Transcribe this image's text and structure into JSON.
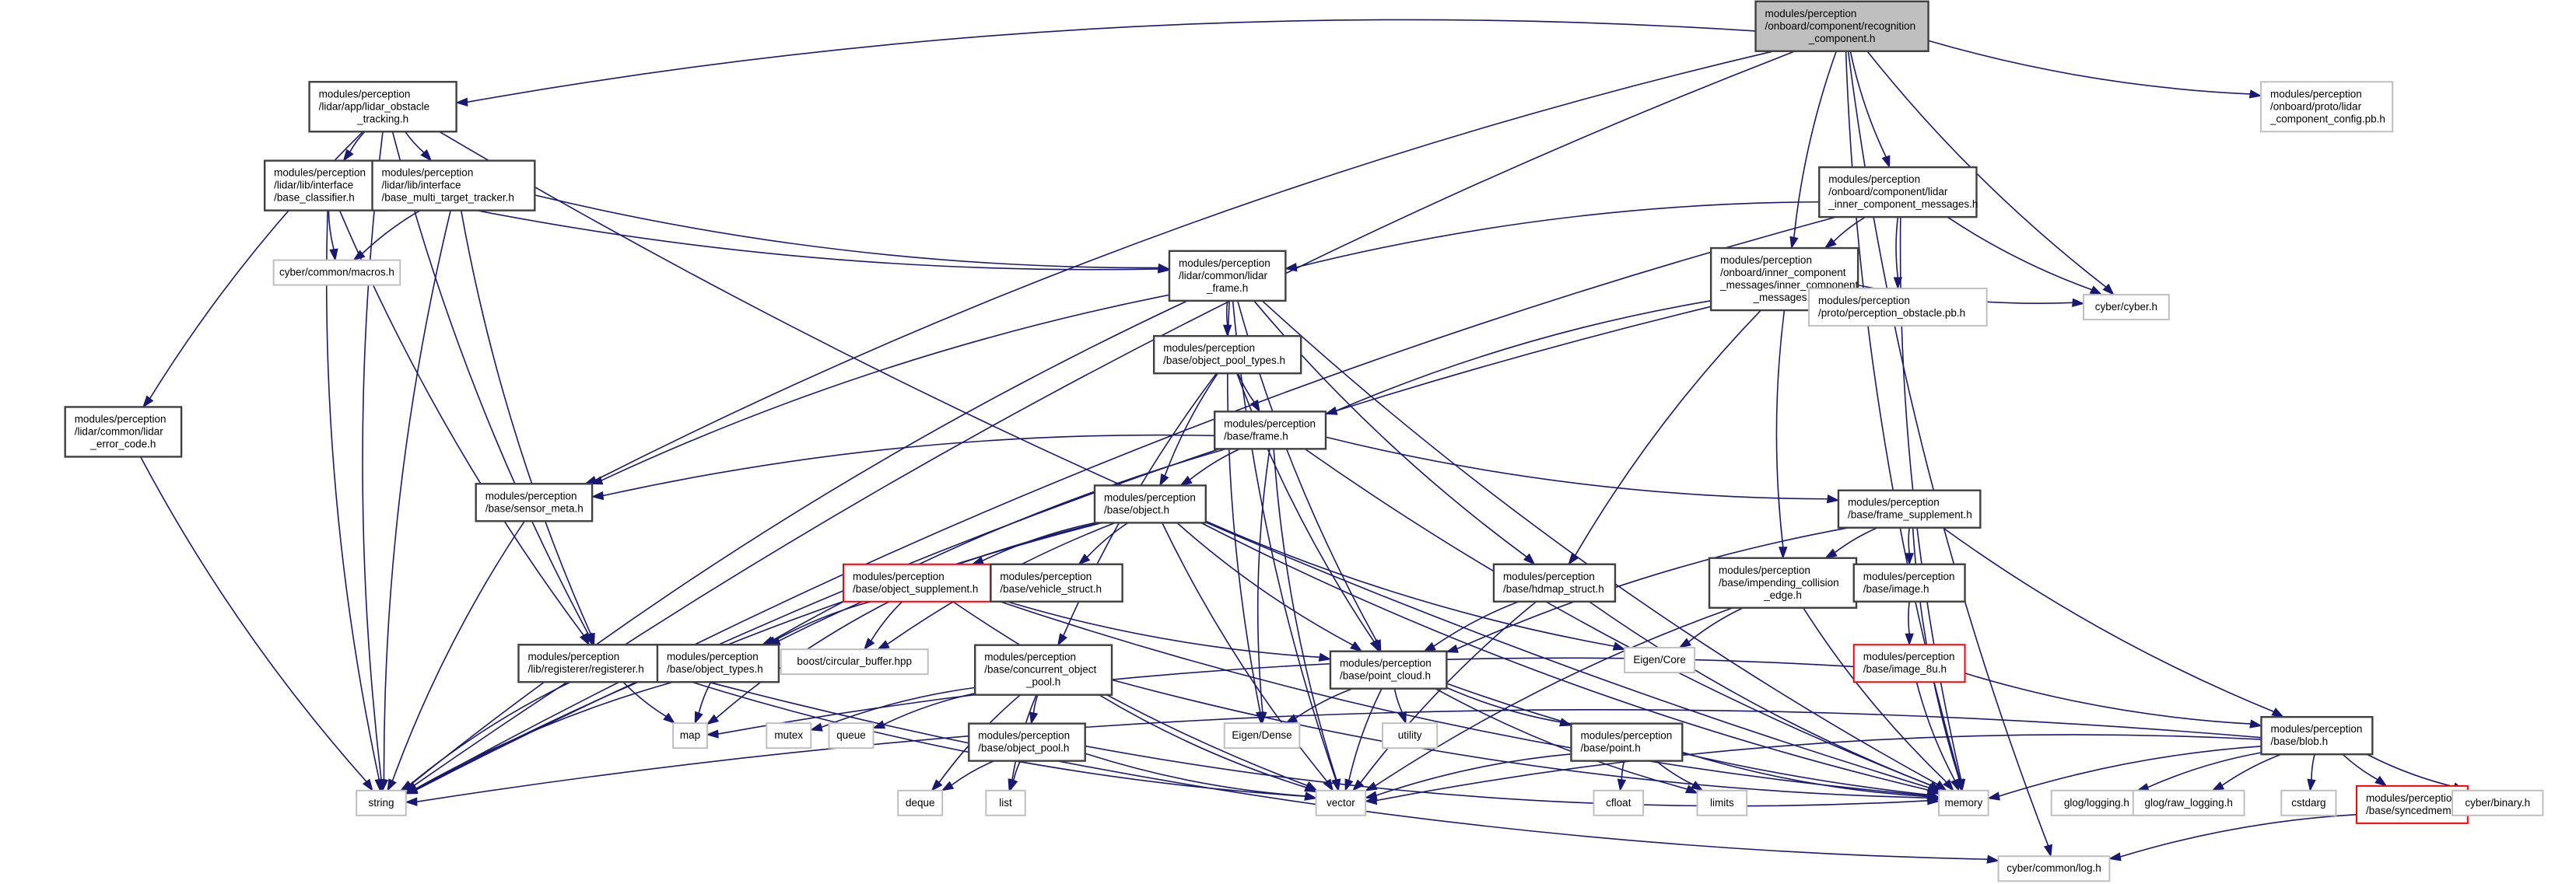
{
  "title": "Include dependency graph for recognition_component.h",
  "colors": {
    "edge": "#191970",
    "root_fill": "#bfbfbf",
    "node_border": "#404040",
    "external_border": "#bfbfbf",
    "truncated_border": "#ff0000"
  },
  "nodes": [
    {
      "id": "root",
      "kind": "root",
      "lines": [
        "modules/perception",
        "/onboard/component/recognition",
        "_component.h"
      ]
    },
    {
      "id": "lot",
      "kind": "normal",
      "lines": [
        "modules/perception",
        "/lidar/app/lidar_obstacle",
        "_tracking.h"
      ]
    },
    {
      "id": "lcc",
      "kind": "external",
      "lines": [
        "modules/perception",
        "/onboard/proto/lidar",
        "_component_config.pb.h"
      ]
    },
    {
      "id": "bcl",
      "kind": "normal",
      "lines": [
        "modules/perception",
        "/lidar/lib/interface",
        "/base_classifier.h"
      ]
    },
    {
      "id": "bmt",
      "kind": "normal",
      "lines": [
        "modules/perception",
        "/lidar/lib/interface",
        "/base_multi_target_tracker.h"
      ]
    },
    {
      "id": "licm",
      "kind": "normal",
      "lines": [
        "modules/perception",
        "/onboard/component/lidar",
        "_inner_component_messages.h"
      ]
    },
    {
      "id": "mac",
      "kind": "external",
      "lines": [
        "cyber/common/macros.h"
      ]
    },
    {
      "id": "lf",
      "kind": "normal",
      "lines": [
        "modules/perception",
        "/lidar/common/lidar",
        "_frame.h"
      ]
    },
    {
      "id": "icm",
      "kind": "normal",
      "lines": [
        "modules/perception",
        "/onboard/inner_component",
        "_messages/inner_component",
        "_messages.h"
      ]
    },
    {
      "id": "cyb",
      "kind": "external",
      "lines": [
        "cyber/cyber.h"
      ]
    },
    {
      "id": "pob",
      "kind": "external",
      "lines": [
        "modules/perception",
        "/proto/perception_obstacle.pb.h"
      ]
    },
    {
      "id": "opt",
      "kind": "normal",
      "lines": [
        "modules/perception",
        "/base/object_pool_types.h"
      ]
    },
    {
      "id": "lec",
      "kind": "normal",
      "lines": [
        "modules/perception",
        "/lidar/common/lidar",
        "_error_code.h"
      ]
    },
    {
      "id": "frm",
      "kind": "normal",
      "lines": [
        "modules/perception",
        "/base/frame.h"
      ]
    },
    {
      "id": "sm",
      "kind": "normal",
      "lines": [
        "modules/perception",
        "/base/sensor_meta.h"
      ]
    },
    {
      "id": "obj",
      "kind": "normal",
      "lines": [
        "modules/perception",
        "/base/object.h"
      ]
    },
    {
      "id": "fs",
      "kind": "normal",
      "lines": [
        "modules/perception",
        "/base/frame_supplement.h"
      ]
    },
    {
      "id": "os",
      "kind": "truncated",
      "lines": [
        "modules/perception",
        "/base/object_supplement.h"
      ]
    },
    {
      "id": "vs",
      "kind": "normal",
      "lines": [
        "modules/perception",
        "/base/vehicle_struct.h"
      ]
    },
    {
      "id": "hd",
      "kind": "normal",
      "lines": [
        "modules/perception",
        "/base/hdmap_struct.h"
      ]
    },
    {
      "id": "ice",
      "kind": "normal",
      "lines": [
        "modules/perception",
        "/base/impending_collision",
        "_edge.h"
      ]
    },
    {
      "id": "img",
      "kind": "normal",
      "lines": [
        "modules/perception",
        "/base/image.h"
      ]
    },
    {
      "id": "reg",
      "kind": "normal",
      "lines": [
        "modules/perception",
        "/lib/registerer/registerer.h"
      ]
    },
    {
      "id": "ot",
      "kind": "normal",
      "lines": [
        "modules/perception",
        "/base/object_types.h"
      ]
    },
    {
      "id": "bcb",
      "kind": "external",
      "lines": [
        "boost/circular_buffer.hpp"
      ]
    },
    {
      "id": "cop",
      "kind": "normal",
      "lines": [
        "modules/perception",
        "/base/concurrent_object",
        "_pool.h"
      ]
    },
    {
      "id": "pc",
      "kind": "normal",
      "lines": [
        "modules/perception",
        "/base/point_cloud.h"
      ]
    },
    {
      "id": "ec",
      "kind": "external",
      "lines": [
        "Eigen/Core"
      ]
    },
    {
      "id": "i8",
      "kind": "truncated",
      "lines": [
        "modules/perception",
        "/base/image_8u.h"
      ]
    },
    {
      "id": "map",
      "kind": "external",
      "lines": [
        "map"
      ]
    },
    {
      "id": "mtx",
      "kind": "external",
      "lines": [
        "mutex"
      ]
    },
    {
      "id": "que",
      "kind": "external",
      "lines": [
        "queue"
      ]
    },
    {
      "id": "op",
      "kind": "normal",
      "lines": [
        "modules/perception",
        "/base/object_pool.h"
      ]
    },
    {
      "id": "ed",
      "kind": "external",
      "lines": [
        "Eigen/Dense"
      ]
    },
    {
      "id": "utl",
      "kind": "external",
      "lines": [
        "utility"
      ]
    },
    {
      "id": "pt",
      "kind": "normal",
      "lines": [
        "modules/perception",
        "/base/point.h"
      ]
    },
    {
      "id": "blob",
      "kind": "normal",
      "lines": [
        "modules/perception",
        "/base/blob.h"
      ]
    },
    {
      "id": "str",
      "kind": "external",
      "lines": [
        "string"
      ]
    },
    {
      "id": "deq",
      "kind": "external",
      "lines": [
        "deque"
      ]
    },
    {
      "id": "lst",
      "kind": "external",
      "lines": [
        "list"
      ]
    },
    {
      "id": "vec",
      "kind": "external",
      "lines": [
        "vector"
      ]
    },
    {
      "id": "cfl",
      "kind": "external",
      "lines": [
        "cfloat"
      ]
    },
    {
      "id": "lim",
      "kind": "external",
      "lines": [
        "limits"
      ]
    },
    {
      "id": "mem",
      "kind": "external",
      "lines": [
        "memory"
      ]
    },
    {
      "id": "glg",
      "kind": "external",
      "lines": [
        "glog/logging.h"
      ]
    },
    {
      "id": "grl",
      "kind": "external",
      "lines": [
        "glog/raw_logging.h"
      ]
    },
    {
      "id": "csa",
      "kind": "external",
      "lines": [
        "cstdarg"
      ]
    },
    {
      "id": "syn",
      "kind": "truncated",
      "lines": [
        "modules/perception",
        "/base/syncedmem.h"
      ]
    },
    {
      "id": "cbn",
      "kind": "external",
      "lines": [
        "cyber/binary.h"
      ]
    },
    {
      "id": "log",
      "kind": "external",
      "lines": [
        "cyber/common/log.h"
      ]
    }
  ],
  "edges": [
    [
      "root",
      "lot"
    ],
    [
      "root",
      "lcc"
    ],
    [
      "root",
      "licm"
    ],
    [
      "root",
      "icm"
    ],
    [
      "root",
      "cyb"
    ],
    [
      "root",
      "sm"
    ],
    [
      "root",
      "str"
    ],
    [
      "root",
      "mem"
    ],
    [
      "root",
      "log"
    ],
    [
      "lot",
      "bcl"
    ],
    [
      "lot",
      "bmt"
    ],
    [
      "lot",
      "lec"
    ],
    [
      "lot",
      "str"
    ],
    [
      "lot",
      "mem"
    ],
    [
      "lot",
      "reg"
    ],
    [
      "bcl",
      "mac"
    ],
    [
      "bcl",
      "lf"
    ],
    [
      "bcl",
      "str"
    ],
    [
      "bcl",
      "reg"
    ],
    [
      "bmt",
      "mac"
    ],
    [
      "bmt",
      "lf"
    ],
    [
      "bmt",
      "str"
    ],
    [
      "bmt",
      "reg"
    ],
    [
      "licm",
      "lf"
    ],
    [
      "licm",
      "icm"
    ],
    [
      "licm",
      "pob"
    ],
    [
      "licm",
      "cyb"
    ],
    [
      "licm",
      "str"
    ],
    [
      "licm",
      "mem"
    ],
    [
      "lf",
      "opt"
    ],
    [
      "lf",
      "sm"
    ],
    [
      "lf",
      "str"
    ],
    [
      "lf",
      "pc"
    ],
    [
      "lf",
      "hd"
    ],
    [
      "lf",
      "vec"
    ],
    [
      "lf",
      "mem"
    ],
    [
      "lf",
      "ed"
    ],
    [
      "icm",
      "frm"
    ],
    [
      "icm",
      "pob"
    ],
    [
      "icm",
      "cyb"
    ],
    [
      "icm",
      "hd"
    ],
    [
      "icm",
      "ice"
    ],
    [
      "icm",
      "str"
    ],
    [
      "opt",
      "frm"
    ],
    [
      "opt",
      "obj"
    ],
    [
      "opt",
      "pc"
    ],
    [
      "opt",
      "cop"
    ],
    [
      "lec",
      "str"
    ],
    [
      "frm",
      "obj"
    ],
    [
      "frm",
      "sm"
    ],
    [
      "frm",
      "fs"
    ],
    [
      "frm",
      "ot"
    ],
    [
      "frm",
      "ed"
    ],
    [
      "frm",
      "vec"
    ],
    [
      "frm",
      "mem"
    ],
    [
      "sm",
      "str"
    ],
    [
      "obj",
      "os"
    ],
    [
      "obj",
      "vs"
    ],
    [
      "obj",
      "pc"
    ],
    [
      "obj",
      "ot"
    ],
    [
      "obj",
      "bcb"
    ],
    [
      "obj",
      "ec"
    ],
    [
      "obj",
      "str"
    ],
    [
      "obj",
      "vec"
    ],
    [
      "obj",
      "mem"
    ],
    [
      "fs",
      "ice"
    ],
    [
      "fs",
      "img"
    ],
    [
      "fs",
      "blob"
    ],
    [
      "fs",
      "pc"
    ],
    [
      "fs",
      "mem"
    ],
    [
      "os",
      "ot"
    ],
    [
      "os",
      "bcb"
    ],
    [
      "os",
      "pc"
    ],
    [
      "os",
      "map"
    ],
    [
      "os",
      "vec"
    ],
    [
      "os",
      "mem"
    ],
    [
      "hd",
      "pc"
    ],
    [
      "hd",
      "vec"
    ],
    [
      "hd",
      "mem"
    ],
    [
      "ice",
      "ec"
    ],
    [
      "ice",
      "mem"
    ],
    [
      "ice",
      "vec"
    ],
    [
      "img",
      "i8"
    ],
    [
      "i8",
      "blob"
    ],
    [
      "i8",
      "mem"
    ],
    [
      "i8",
      "map"
    ],
    [
      "reg",
      "str"
    ],
    [
      "reg",
      "map"
    ],
    [
      "reg",
      "vec"
    ],
    [
      "reg",
      "log"
    ],
    [
      "ot",
      "map"
    ],
    [
      "ot",
      "str"
    ],
    [
      "cop",
      "op"
    ],
    [
      "cop",
      "mtx"
    ],
    [
      "cop",
      "que"
    ],
    [
      "cop",
      "deq"
    ],
    [
      "cop",
      "lst"
    ],
    [
      "cop",
      "vec"
    ],
    [
      "cop",
      "mem"
    ],
    [
      "pc",
      "ed"
    ],
    [
      "pc",
      "utl"
    ],
    [
      "pc",
      "vec"
    ],
    [
      "pc",
      "pt"
    ],
    [
      "pc",
      "lim"
    ],
    [
      "pc",
      "mem"
    ],
    [
      "op",
      "deq"
    ],
    [
      "op",
      "lst"
    ],
    [
      "op",
      "vec"
    ],
    [
      "op",
      "mem"
    ],
    [
      "pt",
      "cfl"
    ],
    [
      "pt",
      "lim"
    ],
    [
      "pt",
      "vec"
    ],
    [
      "pt",
      "mem"
    ],
    [
      "blob",
      "glg"
    ],
    [
      "blob",
      "grl"
    ],
    [
      "blob",
      "csa"
    ],
    [
      "blob",
      "syn"
    ],
    [
      "blob",
      "cbn"
    ],
    [
      "blob",
      "mem"
    ],
    [
      "blob",
      "vec"
    ],
    [
      "blob",
      "str"
    ],
    [
      "syn",
      "log"
    ]
  ]
}
